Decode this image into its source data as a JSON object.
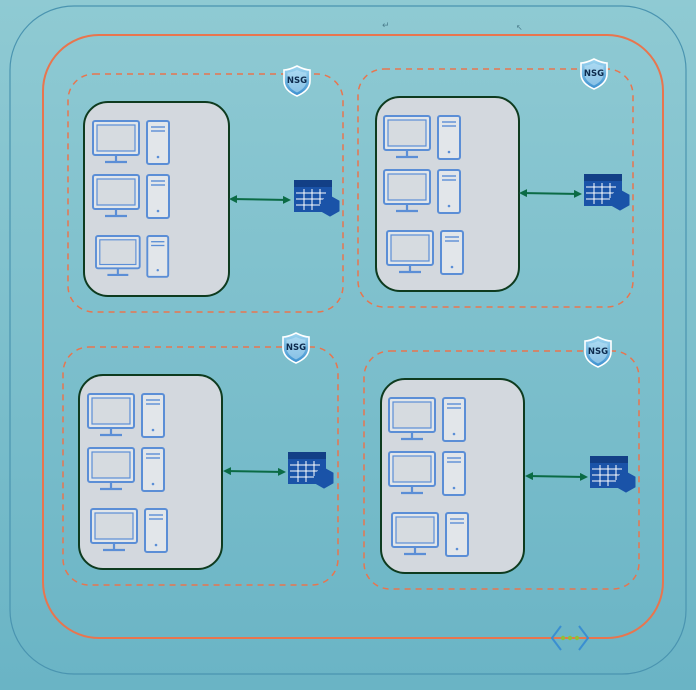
{
  "diagram": {
    "colors": {
      "background_top": "#8ecad4",
      "background_bottom": "#68b4c6",
      "outer_boundary": "#4a94b0",
      "vnet_boundary": "#e8754e",
      "subnet_dash": "#e8754e",
      "vm_group_fill": "#d3d8de",
      "vm_group_stroke": "#0e3b1f",
      "connector": "#0b6b45",
      "table_icon": "#1a53a8",
      "computer_icon": "#5b8ed6"
    },
    "subnets": [
      {
        "nsg_label": "NSG",
        "computers": 3
      },
      {
        "nsg_label": "NSG",
        "computers": 3
      },
      {
        "nsg_label": "NSG",
        "computers": 3
      },
      {
        "nsg_label": "NSG",
        "computers": 3
      }
    ],
    "icons": {
      "nsg": "shield-icon",
      "computer": "computer-icon",
      "route_table": "route-table-icon",
      "connector": "double-arrow-icon",
      "peering": "vnet-peering-icon"
    }
  }
}
